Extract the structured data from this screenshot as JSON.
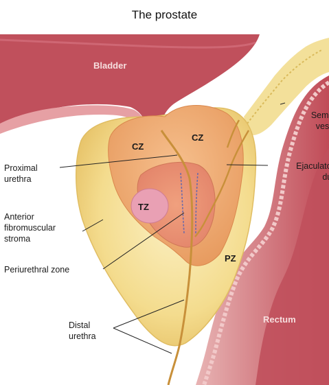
{
  "title": "The prostate",
  "organs": {
    "bladder": "Bladder",
    "rectum": "Rectum"
  },
  "zones": {
    "cz_left": "CZ",
    "cz_right": "CZ",
    "tz": "TZ",
    "pz": "PZ"
  },
  "labels": {
    "proximal_urethra": "Proximal\nurethra",
    "anterior_stroma": "Anterior\nfibromuscular\nstroma",
    "periurethral_zone": "Periurethral zone",
    "distal_urethra": "Distal\nurethra",
    "seminal_vesicle": "Seminal\nvesicle",
    "ejaculatory_duct": "Ejaculatory\nduct"
  },
  "colors": {
    "bladder": "#c0505c",
    "bladder_inner": "#e6a0a4",
    "rectum": "#c0505c",
    "rectum_lumen": "#e9b7b7",
    "stroma": "#f4dc8e",
    "central_zone": "#eda46a",
    "transition_zone": "#e98f73",
    "tz_nodule": "#e9a0b4",
    "urethra": "#c8903a",
    "vesicle": "#f3e09a"
  }
}
